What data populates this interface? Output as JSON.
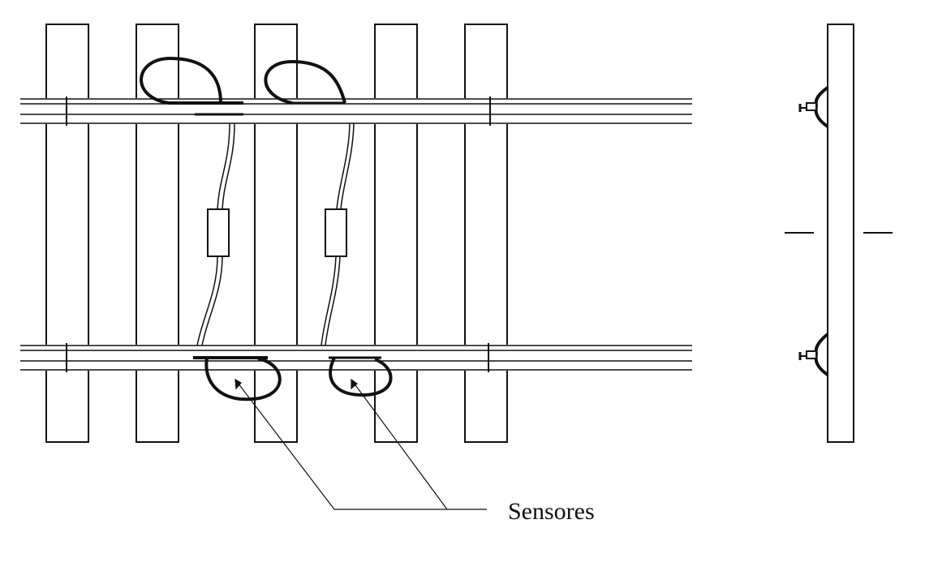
{
  "figure": {
    "labels": {
      "sensors": "Sensores"
    },
    "colors": {
      "ink": "#111111",
      "background": "#ffffff"
    },
    "elements": {
      "sleepers_top_view": 5,
      "rails_top_view": 2,
      "sensor_loops": 4,
      "junction_boxes": 2
    }
  }
}
